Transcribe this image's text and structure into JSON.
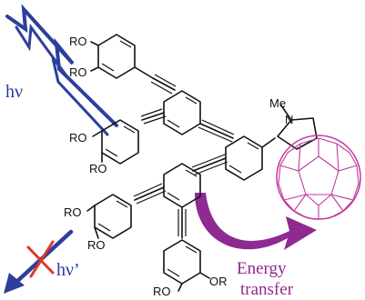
{
  "colors": {
    "light": "#2d3e9c",
    "energy": "#8e2a92",
    "fullerene": "#c0389b",
    "bond": "#111111",
    "cross": "#e0362c"
  },
  "labels": {
    "hv_in": "hν",
    "hv_out": "hν’",
    "energy_line1": "Energy",
    "energy_line2": "transfer"
  },
  "chem": {
    "ro": "RO",
    "or": "OR",
    "me": "Me",
    "n": "N"
  }
}
